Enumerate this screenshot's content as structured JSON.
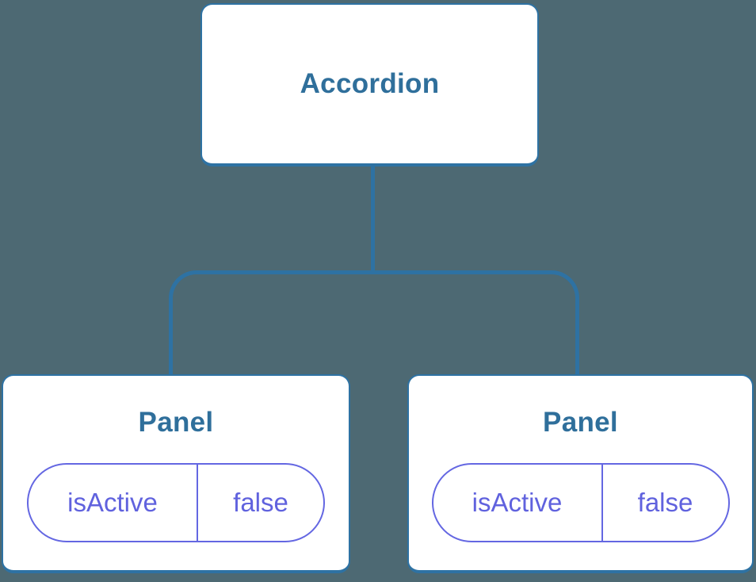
{
  "diagram": {
    "type": "component-tree",
    "root": {
      "label": "Accordion"
    },
    "children": [
      {
        "label": "Panel",
        "state": {
          "key": "isActive",
          "value": "false"
        }
      },
      {
        "label": "Panel",
        "state": {
          "key": "isActive",
          "value": "false"
        }
      }
    ]
  },
  "colors": {
    "background": "#4D6973",
    "connector_line": "#2E72A3",
    "node_border": "#2E72A3",
    "node_background": "#FFFFFF",
    "node_title_text": "#2F6F9B",
    "state_pill_border": "#6467E2",
    "state_pill_text": "#6062DE"
  }
}
